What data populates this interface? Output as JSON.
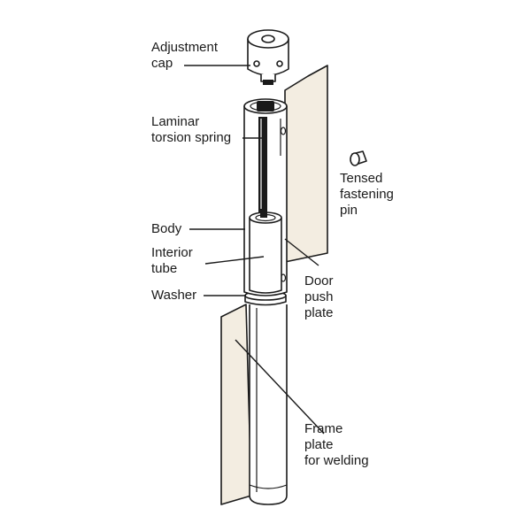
{
  "labels": {
    "adjustment_cap": [
      "Adjustment",
      "cap"
    ],
    "laminar_spring": [
      "Laminar",
      "torsion spring"
    ],
    "fastening_pin": [
      "Tensed",
      "fastening",
      "pin"
    ],
    "body": [
      "Body"
    ],
    "interior_tube": [
      "Interior",
      "tube"
    ],
    "washer": [
      "Washer"
    ],
    "door_plate": [
      "Door",
      "push",
      "plate"
    ],
    "frame_plate": [
      "Frame",
      "plate",
      "for welding"
    ]
  },
  "colors": {
    "line": "#1a1a1a",
    "plate_fill": "#f3ede1",
    "background": "#ffffff"
  }
}
